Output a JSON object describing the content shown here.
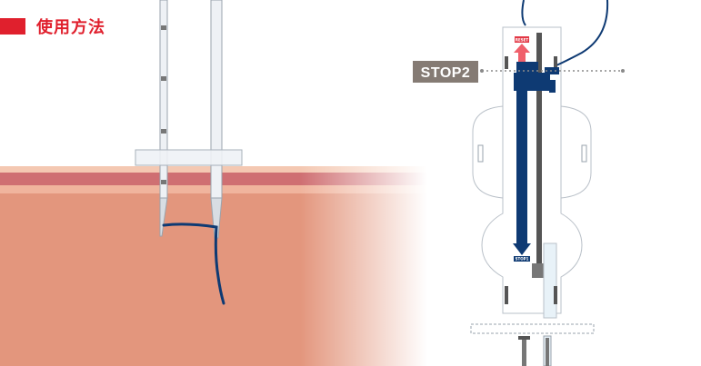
{
  "header": {
    "title": "使用方法"
  },
  "labels": {
    "stop2": "STOP2",
    "reset": "RESET",
    "stop1": "STOP1"
  },
  "colors": {
    "accent_red": "#e0202d",
    "navy": "#0e3a73",
    "stop_label_bg": "#857b74",
    "skin": "#e3967d",
    "skin_band": "#cf6f72",
    "needle_fill": "#eef1f5",
    "needle_stroke": "#9aa3ad"
  },
  "icons": {
    "up_arrow": "arrow-up-icon",
    "down_arrow": "arrow-down-icon"
  }
}
